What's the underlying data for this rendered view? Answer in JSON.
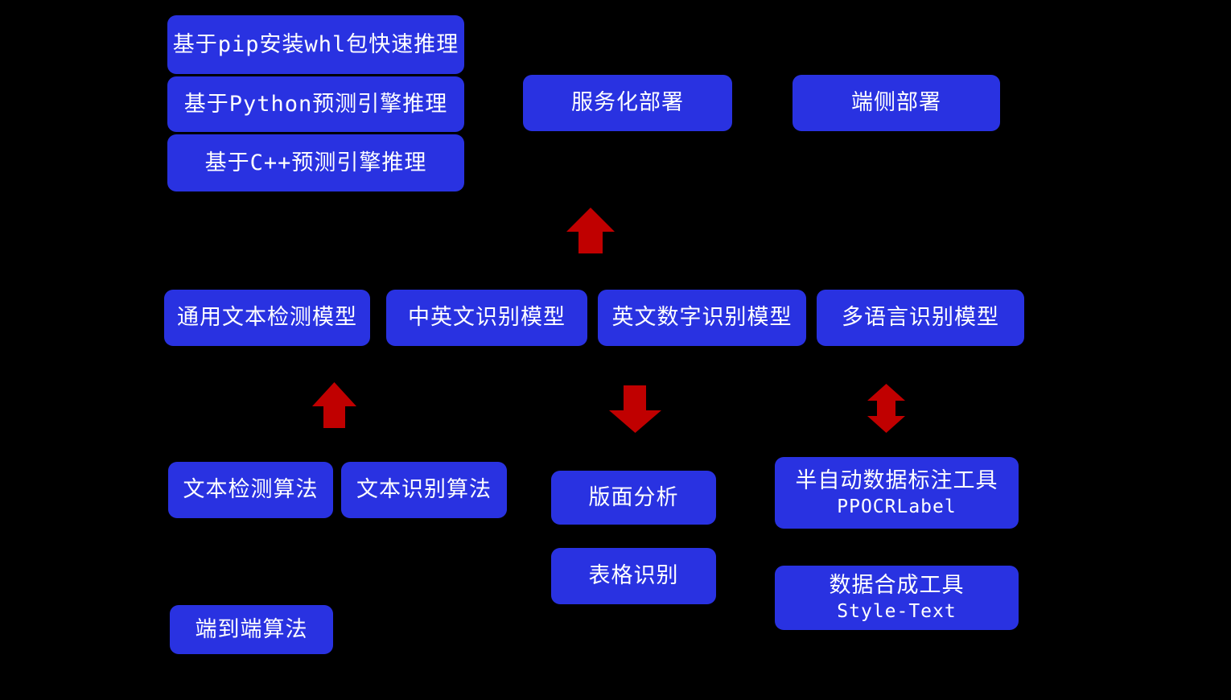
{
  "colors": {
    "background": "#000000",
    "box_fill": "#2932e1",
    "box_text": "#ffffff",
    "arrow_fill": "#c00000"
  },
  "boxes": {
    "pip_infer": {
      "label": "基于pip安装whl包快速推理"
    },
    "python_infer": {
      "label": "基于Python预测引擎推理"
    },
    "cpp_infer": {
      "label": "基于C++预测引擎推理"
    },
    "serving_deploy": {
      "label": "服务化部署"
    },
    "edge_deploy": {
      "label": "端侧部署"
    },
    "general_det_model": {
      "label": "通用文本检测模型"
    },
    "zh_en_rec_model": {
      "label": "中英文识别模型"
    },
    "en_num_rec_model": {
      "label": "英文数字识别模型"
    },
    "multilang_rec_model": {
      "label": "多语言识别模型"
    },
    "det_algo": {
      "label": "文本检测算法"
    },
    "rec_algo": {
      "label": "文本识别算法"
    },
    "layout_analysis": {
      "label": "版面分析"
    },
    "table_rec": {
      "label": "表格识别"
    },
    "labeling_tool": {
      "label": "半自动数据标注工具",
      "sublabel": "PPOCRLabel"
    },
    "synthesis_tool": {
      "label": "数据合成工具",
      "sublabel": "Style-Text"
    },
    "e2e_algo": {
      "label": "端到端算法"
    }
  },
  "arrows": [
    {
      "name": "deploy-up-arrow",
      "direction": "up"
    },
    {
      "name": "detection-up-arrow",
      "direction": "up"
    },
    {
      "name": "layout-down-arrow",
      "direction": "down"
    },
    {
      "name": "tools-bidirectional-arrow",
      "direction": "both"
    }
  ]
}
